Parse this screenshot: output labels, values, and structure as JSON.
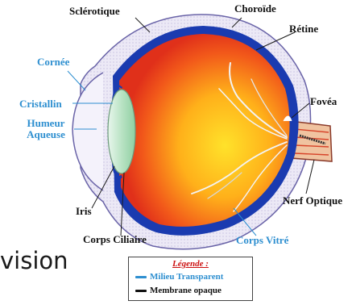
{
  "labels": {
    "sclerotique": "Sclérotique",
    "choroide": "Choroïde",
    "retine": "Rétine",
    "cornee": "Cornée",
    "cristallin": "Cristallin",
    "humeur_line1": "Humeur",
    "humeur_line2": "Aqueuse",
    "fovea": "Fovéa",
    "iris": "Iris",
    "nerf_optique": "Nerf Optique",
    "corps_ciliaire": "Corps Ciliaire",
    "corps_vitre": "Corps Vitré"
  },
  "caption": "vision",
  "legend": {
    "title": "Légende :",
    "items": [
      {
        "label": "Milieu Transparent",
        "color": "#2e8fd0"
      },
      {
        "label": "Membrane opaque",
        "color": "#111111"
      }
    ]
  },
  "colors": {
    "sclera": "#ece9f6",
    "choroid": "#1a3bb0",
    "vitreous_center": "#ffd21a",
    "vitreous_edge": "#e8321a",
    "lens": "#b9e3c4",
    "vessel": "#f0f0f0",
    "label_blue": "#2e8fd0"
  }
}
